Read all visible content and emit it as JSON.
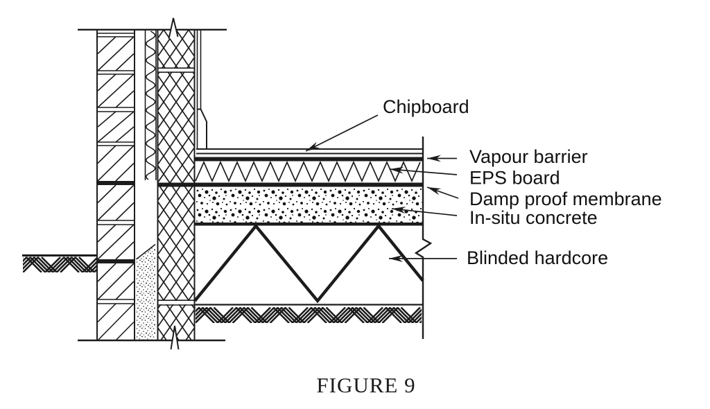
{
  "figure": {
    "caption": "FIGURE 9"
  },
  "labels": {
    "chipboard": "Chipboard",
    "vapour_barrier": "Vapour barrier",
    "eps_board": "EPS board",
    "damp_proof_membrane": "Damp proof membrane",
    "in_situ_concrete": "In-situ concrete",
    "blinded_hardcore": "Blinded hardcore"
  },
  "colors": {
    "line": "#1c1c1c",
    "background": "#ffffff"
  }
}
